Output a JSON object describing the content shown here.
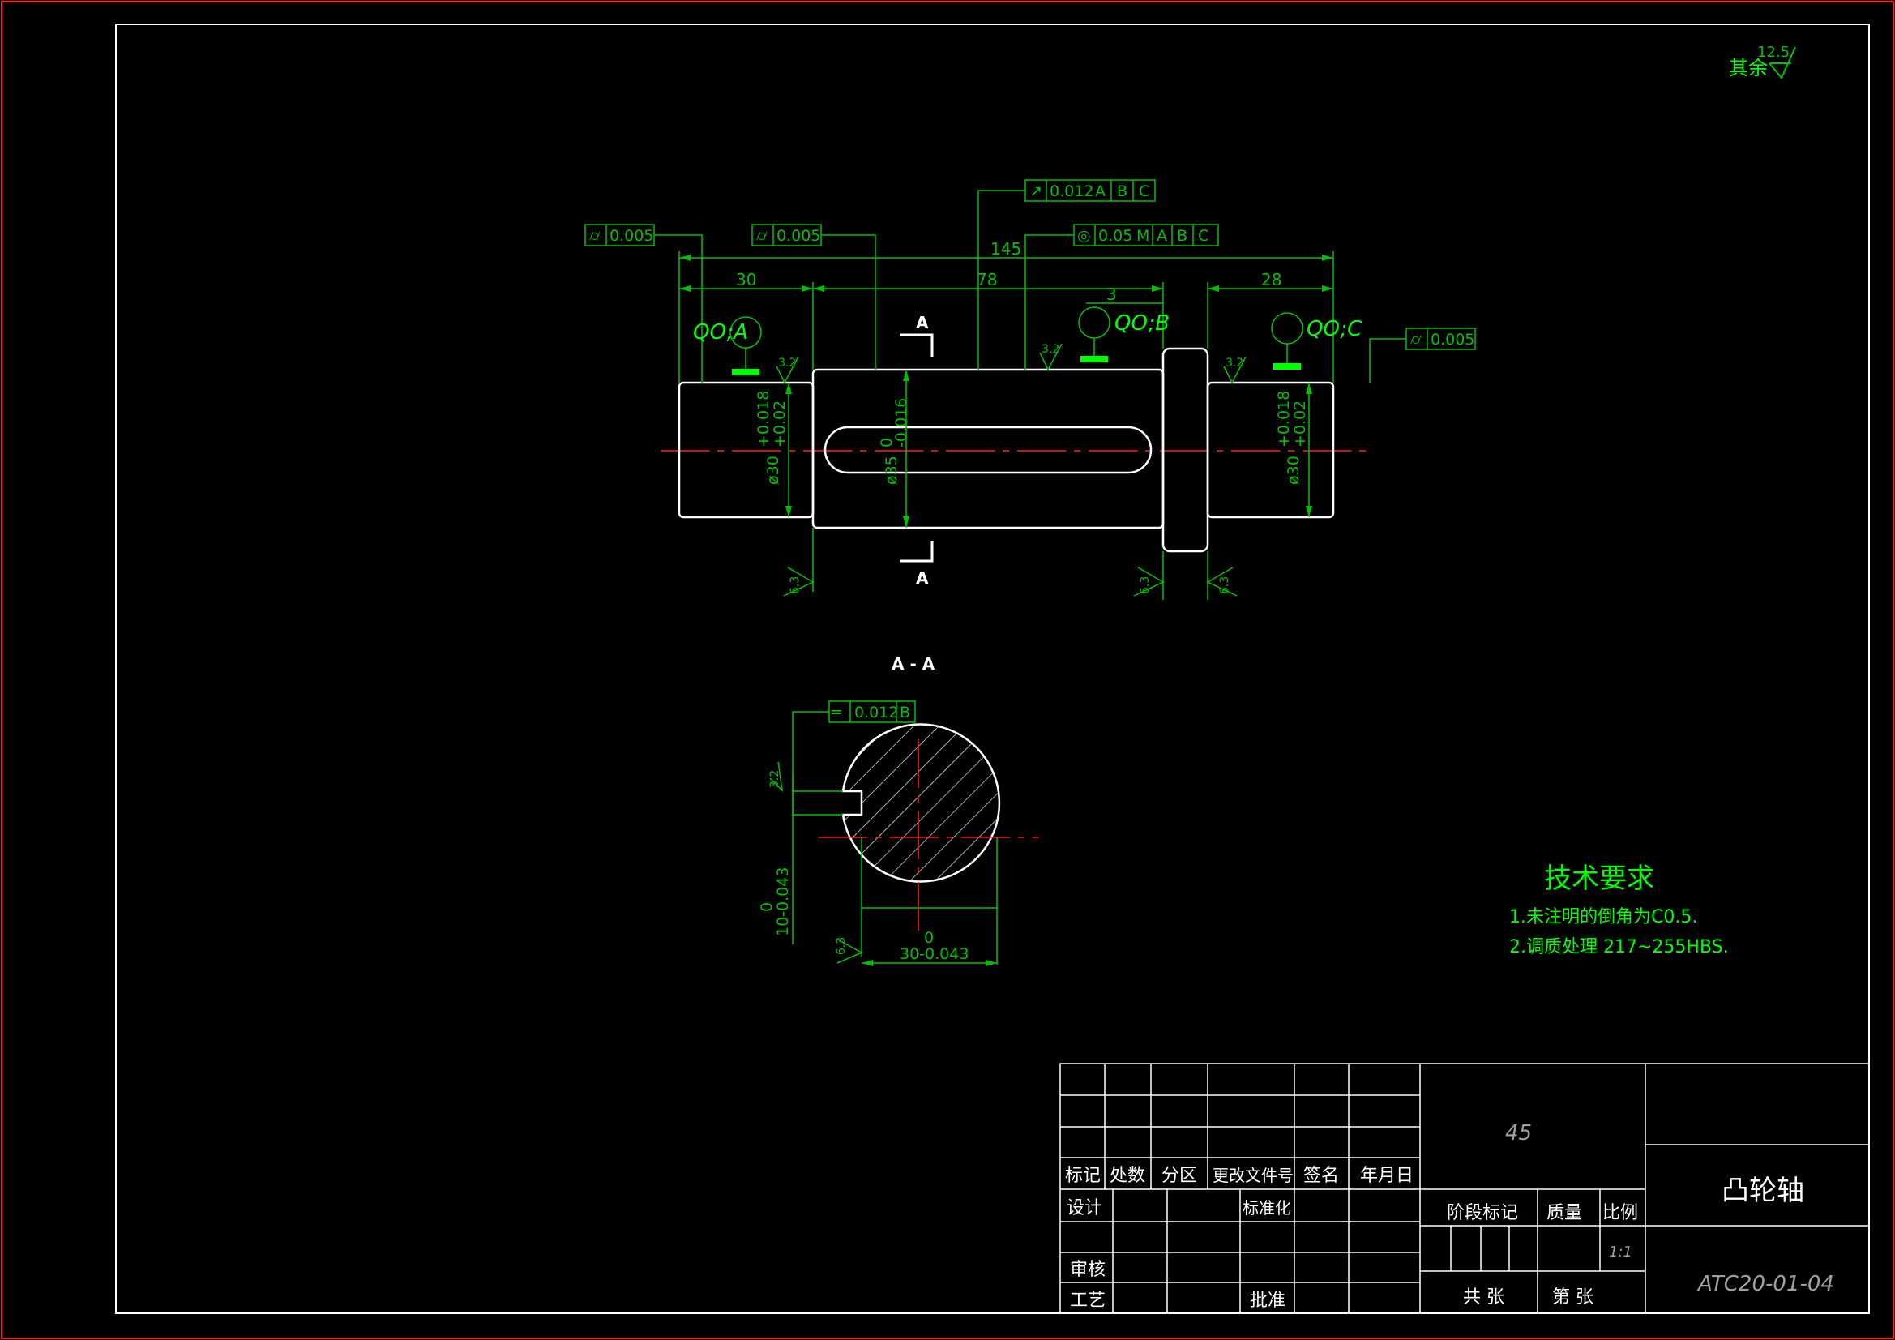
{
  "colors": {
    "background": "#000000",
    "outline": "#ffffff",
    "dimension": "#00c000",
    "annotation": "#00ff00",
    "centerline": "#ff0000",
    "sheet_border": "#ff2020"
  },
  "roughness_note": {
    "prefix": "其余",
    "value": "12.5"
  },
  "views": {
    "main": {
      "dims": {
        "overall": "145",
        "left_len": "30",
        "middle_len": "78",
        "right_len": "28",
        "shoulder": "3"
      },
      "diameters": {
        "left": {
          "nominal": "ø30",
          "upper": "+0.018",
          "lower": "+0.02"
        },
        "middle": {
          "nominal": "ø35",
          "upper": "0",
          "lower": "-0.016"
        },
        "right": {
          "nominal": "ø30",
          "upper": "+0.018",
          "lower": "+0.02"
        }
      },
      "tolerance_frames": {
        "cyl_left": {
          "symbol": "⌭",
          "value": "0.005"
        },
        "cyl_mid": {
          "symbol": "⌭",
          "value": "0.005"
        },
        "cyl_right": {
          "symbol": "⌭",
          "value": "0.005"
        },
        "runout": {
          "symbol": "↗",
          "value": "0.012",
          "refs": [
            "A",
            "B",
            "C"
          ]
        },
        "position": {
          "symbol": "◎",
          "value": "0.05",
          "modifier": "M",
          "refs": [
            "A",
            "B",
            "C"
          ]
        }
      },
      "datums": {
        "a": "QO;A",
        "b": "QO;B",
        "c": "QO;C"
      },
      "roughness": {
        "left_top": "3.2",
        "middle_top": "3.2",
        "right_top": "3.2",
        "bottom_left": "6.3",
        "bottom_mid": "6.3",
        "bottom_right": "6.3"
      },
      "section_mark_top": "A",
      "section_mark_bottom": "A"
    },
    "section": {
      "title": "A - A",
      "flatness": {
        "symbol": "═",
        "value": "0.012",
        "ref": "B"
      },
      "keyway_width": "10-0.043",
      "keyway_width_upper": "0",
      "depth_dim": "30-0.043",
      "depth_dim_upper": "0",
      "roughness_top": "3.2",
      "roughness_bottom": "6.3"
    }
  },
  "tech_requirements": {
    "title": "技术要求",
    "items": [
      "1.未注明的倒角为C0.5.",
      "2.调质处理 217~255HBS."
    ]
  },
  "title_block": {
    "material": "45",
    "part_name": "凸轮轴",
    "drawing_no": "ATC20-01-04",
    "scale": "1:1",
    "headers": [
      "标记",
      "处数",
      "分区",
      "更改文件号",
      "签名",
      "年月日"
    ],
    "design": "设计",
    "standardize": "标准化",
    "review": "审核",
    "process": "工艺",
    "approve": "批准",
    "stage_mark": "阶段标记",
    "weight": "质量",
    "ratio": "比例",
    "total_sheets": "共  张",
    "sheet_no": "第  张"
  }
}
